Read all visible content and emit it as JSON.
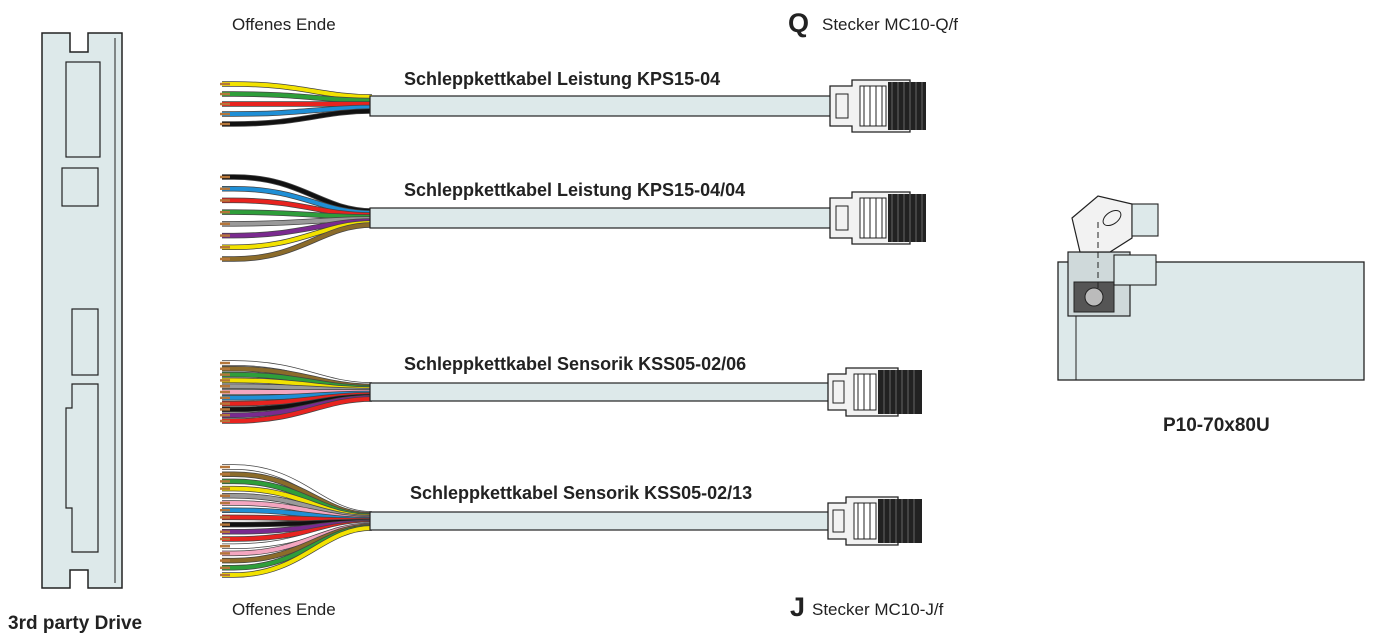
{
  "header": {
    "open_end_top": "Offenes Ende",
    "connector_q_letter": "Q",
    "connector_q_label": "Stecker MC10-Q/f",
    "open_end_bottom": "Offenes Ende",
    "connector_j_letter": "J",
    "connector_j_label": "Stecker MC10-J/f"
  },
  "drive": {
    "label": "3rd party Drive"
  },
  "cables": [
    {
      "label": "Schleppkettkabel Leistung KPS15-04",
      "wires": [
        "#f2e200",
        "#2e9e3a",
        "#e8231f",
        "#1f8fd6",
        "#111111"
      ]
    },
    {
      "label": "Schleppkettkabel Leistung KPS15-04/04",
      "wires": [
        "#111111",
        "#1f8fd6",
        "#e8231f",
        "#2e9e3a",
        "#9a9a9a",
        "#7a2a8f",
        "#f2e200",
        "#8b6b2a"
      ]
    },
    {
      "label": "Schleppkettkabel Sensorik KSS05-02/06",
      "wires": [
        "#ffffff",
        "#8b6b2a",
        "#2e9e3a",
        "#f2e200",
        "#9a9a9a",
        "#f4a6c0",
        "#1f8fd6",
        "#e8231f",
        "#111111",
        "#7a2a8f",
        "#e8231f"
      ]
    },
    {
      "label": "Schleppkettkabel Sensorik KSS05-02/13",
      "wires": [
        "#ffffff",
        "#8b6b2a",
        "#2e9e3a",
        "#f2e200",
        "#9a9a9a",
        "#f4a6c0",
        "#1f8fd6",
        "#e8231f",
        "#111111",
        "#7a2a8f",
        "#e8231f",
        "#ffffff",
        "#f4a6c0",
        "#8b6b2a",
        "#2e9e3a",
        "#f2e200"
      ]
    }
  ],
  "motor": {
    "label": "P10-70x80U"
  },
  "colors": {
    "cable_fill": "#dde9ea",
    "device_fill": "#dde9ea",
    "outline": "#222222"
  }
}
